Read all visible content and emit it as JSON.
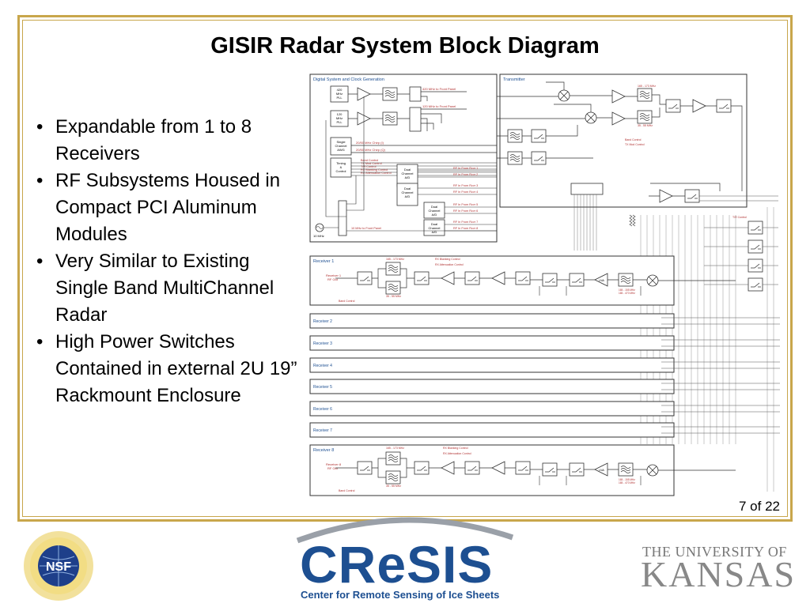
{
  "slide": {
    "title": "GISIR Radar System Block Diagram",
    "bullets": [
      "Expandable from 1 to 8 Receivers",
      "RF Subsystems Housed in Compact PCI Aluminum Modules",
      "Very Similar to Existing Single Band MultiChannel Radar",
      "High Power Switches Contained in external 2U 19” Rackmount Enclosure"
    ],
    "page_number": "7 of 22"
  },
  "diagram": {
    "digital_title": "Digital System and Clock Generation",
    "transmitter_title": "Transmitter",
    "pll_420": [
      "420",
      "MHz",
      "PLL"
    ],
    "pll_120": [
      "120",
      "MHz",
      "PLL"
    ],
    "label_420_front": "420 MHz to Front Panel",
    "label_120_front": "120 MHz to Front Panel",
    "single_channel_awg": [
      "Single",
      "Channel",
      "AWG"
    ],
    "timing_control": [
      "Timing",
      "&",
      "Control"
    ],
    "chirp_label_1": "20/50 MHz Chirp (I)",
    "chirp_label_2": "20/50 MHz Chirp (Q)",
    "control_lines": [
      "Band Control",
      "TX Mod Control",
      "T/R Control",
      "RX Blanking Control",
      "RX Attenuation Control"
    ],
    "dual_channel_ad": [
      "Dual",
      "Channel",
      "A/D"
    ],
    "rf_inputs": [
      "RF In From Rcvr 1",
      "RF In From Rcvr 2",
      "RF In From Rcvr 3",
      "RF In From Rcvr 4",
      "RF In From Rcvr 5",
      "RF In From Rcvr 6",
      "RF In From Rcvr 7",
      "RF In From Rcvr 8"
    ],
    "ref_label": "10 MHz",
    "ref_front": "10 MHz to Front Panel",
    "tx_band_1": "165 - 173 MHz",
    "tx_band_2": "35 - 55 MHz",
    "tx_band_control": "Band Control",
    "tx_mod_control": "TX Mod Control",
    "tr_control": "T/R Control",
    "receiver_1": "Receiver 1",
    "receiver_8": "Receiver 8",
    "receiver_rows": [
      "Receiver 2",
      "Receiver 3",
      "Receiver 4",
      "Receiver 5",
      "Receiver 6",
      "Receiver 7"
    ],
    "rf_out_1": [
      "Receiver 1",
      "RF Out"
    ],
    "rf_out_8": [
      "Receiver 8",
      "RF Out"
    ],
    "rx_blanking": "RX Blanking Control",
    "rx_attenuation": "RX Attenuation Control",
    "rx_band_control": "Band Control",
    "rx_band_hi": "165 - 173 MHz",
    "rx_band_lo": "35 - 55 MHz",
    "lna": "LNA",
    "rx_filter_labels": [
      "165 - 155 MHz",
      "165 - 470 MHz"
    ]
  },
  "footer": {
    "nsf_text": "NSF",
    "cresis_logo": "CReSIS",
    "cresis_tagline": "Center for Remote Sensing of Ice Sheets",
    "ku_line1": "THE UNIVERSITY OF",
    "ku_line2": "KANSAS"
  },
  "colors": {
    "frame_gold": "#c8a64b",
    "cresis_blue": "#1d4f91",
    "diagram_line": "#333333"
  }
}
